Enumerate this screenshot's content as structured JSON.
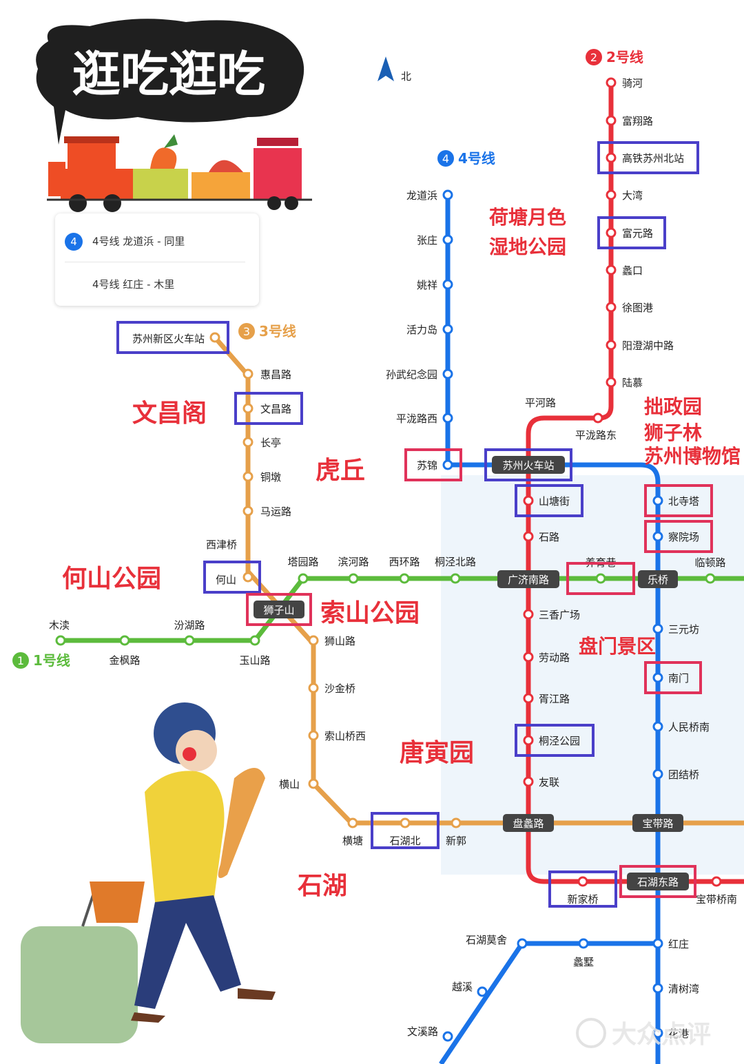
{
  "title": "逛吃逛吃",
  "compass": {
    "label": "北"
  },
  "legend_card": {
    "rows": [
      {
        "badge": "4",
        "text": "4号线 龙道浜 - 同里"
      },
      {
        "badge": "",
        "text": "4号线 红庄 - 木里"
      }
    ]
  },
  "lines": [
    {
      "id": "line1",
      "name": "1号线",
      "badge": "1",
      "color": "#5cbb3c"
    },
    {
      "id": "line2",
      "name": "2号线",
      "badge": "2",
      "color": "#e8303a"
    },
    {
      "id": "line3",
      "name": "3号线",
      "badge": "3",
      "color": "#e6a04a"
    },
    {
      "id": "line4",
      "name": "4号线",
      "badge": "4",
      "color": "#1a73e8"
    }
  ],
  "stations": {
    "line2": [
      "骑河",
      "富翔路",
      "高铁苏州北站",
      "大湾",
      "富元路",
      "蠡口",
      "徐图港",
      "阳澄湖中路",
      "陆慕",
      "平泷路东",
      "平河路",
      "苏州火车站",
      "山塘街",
      "石路",
      "广济南路",
      "三香广场",
      "劳动路",
      "胥江路",
      "桐泾公园",
      "友联",
      "盘蠡路",
      "新家桥",
      "石湖东路",
      "宝带桥南"
    ],
    "line4": [
      "龙道浜",
      "张庄",
      "姚祥",
      "活力岛",
      "孙武纪念园",
      "平泷路西",
      "苏锦",
      "北寺塔",
      "察院场",
      "乐桥",
      "三元坊",
      "南门",
      "人民桥南",
      "团结桥",
      "宝带路",
      "红庄",
      "清树湾",
      "石湖莫舍",
      "蠡墅",
      "越溪",
      "文溪路",
      "花港"
    ],
    "line3": [
      "苏州新区火车站",
      "惠昌路",
      "文昌路",
      "长亭",
      "铜墩",
      "马运路",
      "西津桥",
      "何山",
      "狮子山",
      "狮山路",
      "沙金桥",
      "索山桥西",
      "横山",
      "横塘",
      "石湖北",
      "新郭"
    ],
    "line1": [
      "木渎",
      "金枫路",
      "汾湖路",
      "玉山路",
      "塔园路",
      "滨河路",
      "西环路",
      "桐泾北路",
      "养育巷",
      "临顿路"
    ]
  },
  "attractions": [
    "荷塘月色",
    "湿地公园",
    "拙政园",
    "狮子林",
    "苏州博物馆",
    "虎丘",
    "文昌阁",
    "何山公园",
    "索山公园",
    "盘门景区",
    "唐寅园",
    "石湖"
  ],
  "watermark": "大众点评",
  "colors": {
    "highlight_purple": "#4a3fc9",
    "highlight_pink": "#e0325a",
    "attraction_red": "#e8303a",
    "pill_bg": "#444444"
  }
}
